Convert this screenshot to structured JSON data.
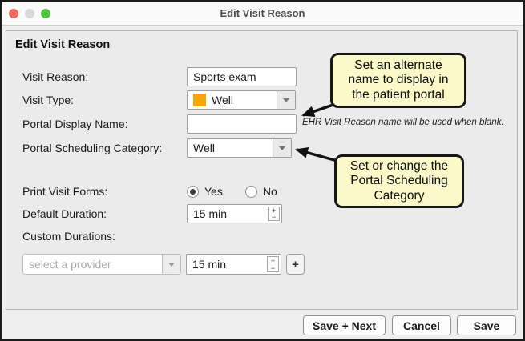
{
  "window": {
    "title": "Edit Visit Reason"
  },
  "panel": {
    "heading": "Edit Visit Reason",
    "fields": {
      "visit_reason": {
        "label": "Visit Reason:",
        "value": "Sports exam"
      },
      "visit_type": {
        "label": "Visit Type:",
        "value": "Well",
        "swatch_color": "#f5a700"
      },
      "portal_display_name": {
        "label": "Portal Display Name:",
        "value": "",
        "note": "EHR Visit Reason name will be used when blank."
      },
      "portal_scheduling_category": {
        "label": "Portal Scheduling Category:",
        "value": "Well"
      },
      "print_visit_forms": {
        "label": "Print Visit Forms:",
        "options": [
          "Yes",
          "No"
        ],
        "selected": "Yes"
      },
      "default_duration": {
        "label": "Default Duration:",
        "value": "15 min"
      },
      "custom_durations": {
        "label": "Custom Durations:",
        "provider_placeholder": "select a provider",
        "duration_value": "15 min"
      }
    }
  },
  "callouts": [
    {
      "text": "Set an alternate\nname to display in\nthe patient portal"
    },
    {
      "text": "Set or change the\nPortal Scheduling\nCategory"
    }
  ],
  "buttons": {
    "save_next": "Save + Next",
    "cancel": "Cancel",
    "save": "Save"
  },
  "icons": {
    "stepper_up": "+",
    "stepper_down": "−",
    "add": "+"
  },
  "colors": {
    "accent_swatch": "#f5a700",
    "callout_bg": "#fbf9c9",
    "traffic_red": "#ee6a5e",
    "traffic_gray": "#d9d9d9",
    "traffic_green": "#4fc43d"
  }
}
